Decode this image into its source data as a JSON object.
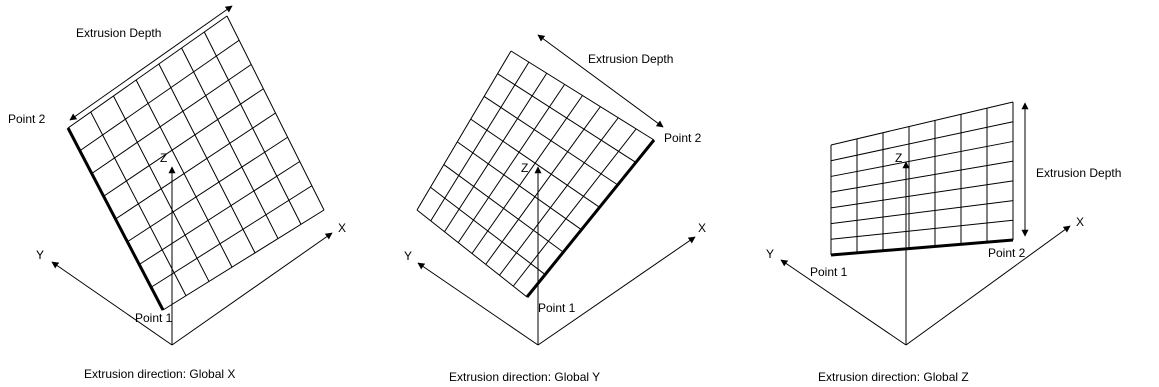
{
  "panels": [
    {
      "caption": "Extrusion direction: Global X",
      "axes": {
        "x": "X",
        "y": "Y",
        "z": "Z"
      },
      "point1": "Point 1",
      "point2": "Point 2",
      "depth_label": "Extrusion Depth"
    },
    {
      "caption": "Extrusion direction: Global Y",
      "axes": {
        "x": "X",
        "y": "Y",
        "z": "Z"
      },
      "point1": "Point 1",
      "point2": "Point 2",
      "depth_label": "Extrusion Depth"
    },
    {
      "caption": "Extrusion direction: Global Z",
      "axes": {
        "x": "X",
        "y": "Y",
        "z": "Z"
      },
      "point1": "Point 1",
      "point2": "Point 2",
      "depth_label": "Extrusion Depth"
    }
  ]
}
